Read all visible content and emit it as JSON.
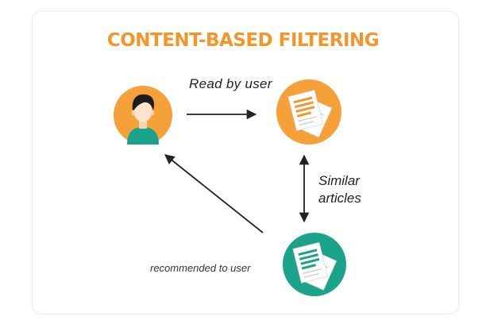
{
  "title": "CONTENT-BASED FILTERING",
  "edges": {
    "read_by_user": "Read by user",
    "similar_articles_line1": "Similar",
    "similar_articles_line2": "articles",
    "recommended_to_user": "recommended to user"
  },
  "colors": {
    "title": "#f4952a",
    "orange_circle": "#f6a03a",
    "teal_circle": "#1aa38a",
    "arrow": "#222222"
  },
  "icons": {
    "user": "user-avatar-icon",
    "read_docs": "documents-icon",
    "similar_docs": "documents-icon"
  }
}
